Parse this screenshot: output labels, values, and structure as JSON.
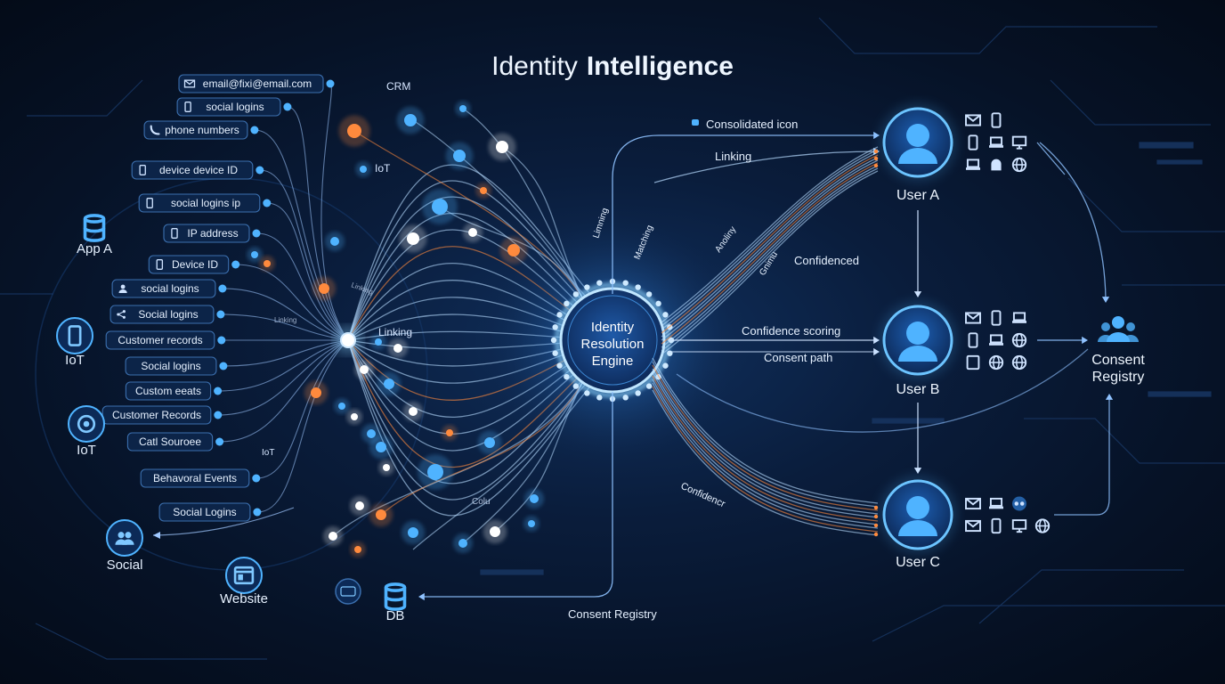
{
  "title": {
    "part1": "Identity",
    "part2": "Intelligence"
  },
  "engine": {
    "line1": "Identity",
    "line2": "Resolution",
    "line3": "Engine"
  },
  "source_tags": [
    {
      "label": "email@fixi@email.com",
      "icon": "mail-icon"
    },
    {
      "label": "social logins",
      "icon": "phone-icon"
    },
    {
      "label": "phone numbers",
      "icon": "phone-handset-icon"
    },
    {
      "label": "device device ID",
      "icon": "phone-icon"
    },
    {
      "label": "social logins ip",
      "icon": "phone-icon"
    },
    {
      "label": "IP address",
      "icon": "phone-icon"
    },
    {
      "label": "Device ID",
      "icon": "phone-icon"
    },
    {
      "label": "social logins",
      "icon": "user-icon"
    },
    {
      "label": "Social logins",
      "icon": "share-icon"
    },
    {
      "label": "Customer records",
      "icon": ""
    },
    {
      "label": "Social logins",
      "icon": ""
    },
    {
      "label": "Custom eeats",
      "icon": ""
    },
    {
      "label": "Customer Records",
      "icon": ""
    },
    {
      "label": "Catl Souroee",
      "icon": ""
    },
    {
      "label": "Behavoral Events",
      "icon": ""
    },
    {
      "label": "Social Logins",
      "icon": ""
    }
  ],
  "sources": [
    {
      "label": "App A",
      "icon": "database-icon"
    },
    {
      "label": "IoT",
      "icon": "phone-icon"
    },
    {
      "label": "IoT",
      "icon": "brain-icon"
    },
    {
      "label": "Social",
      "icon": "users-icon"
    },
    {
      "label": "Website",
      "icon": "web-icon"
    },
    {
      "label": "DB",
      "icon": "database-icon"
    }
  ],
  "node_labels": {
    "crm": "CRM",
    "iot": "IoT",
    "linking_left": "Linking",
    "iot_small": "IoT",
    "linking_tiny": "Linking",
    "linking_tiny2": "Linking",
    "colu": "Colu"
  },
  "connector_labels": {
    "consolidated": "Consolidated icon",
    "linking": "Linking",
    "confidenced": "Confidenced",
    "confidence_scoring": "Confidence scoring",
    "consent_path": "Consent path",
    "consent_registry_bottom": "Consent Registry",
    "confidence_curve": "Confidencr",
    "limning": "Limning",
    "matching": "Matching",
    "anoliny": "Anoliny",
    "gnimu": "Gnimu"
  },
  "users": [
    {
      "label": "User A"
    },
    {
      "label": "User B"
    },
    {
      "label": "User C"
    }
  ],
  "consent_registry": {
    "line1": "Consent",
    "line2": "Registry"
  },
  "colors": {
    "accent": "#4fb3ff",
    "glow": "#8fd6ff",
    "orange": "#ff8a3d",
    "line": "#9fc8ff"
  }
}
